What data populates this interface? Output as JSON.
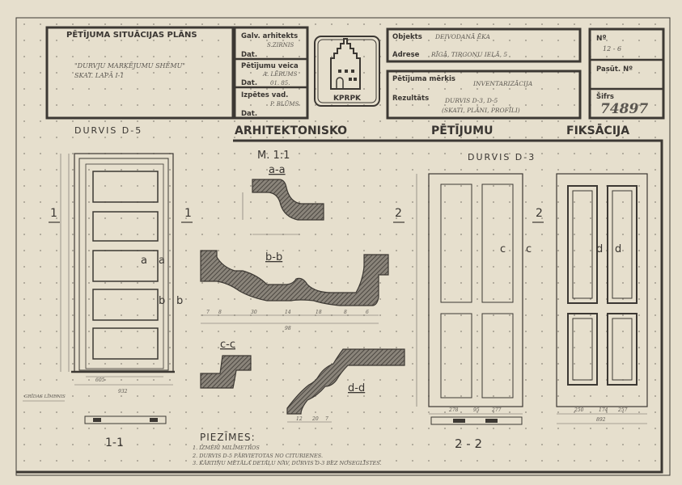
{
  "title_block": {
    "situation_plan_title": "PĒTĪJUMA SITUĀCIJAS PLĀNS",
    "situation_note_line1": "\"DURVJU MARĶĒJUMU SHĒMU\"",
    "situation_note_line2": "SKAT. LAPĀ I-1",
    "chief_architect_label": "Galv. arhitekts",
    "chief_architect_value": "S.ZIRNIS",
    "date_label_1": "Dat.",
    "research_by_label": "Pētījumu veica",
    "research_by_value": "A. LĒRUMS",
    "date_label_2": "Dat.",
    "date_value_2": "01. 85.",
    "executor_label": "Izpētes vad.",
    "executor_value": "P. BLŪMS",
    "date_label_3": "Dat.",
    "logo_text": "KPRPK",
    "object_label": "Objekts",
    "object_value": "DEIVODANĀ ĒKA",
    "address_label": "Adrese",
    "address_value": "RĪGĀ, TIRGOŅU IELĀ, 5",
    "goal_label": "Pētījuma mērķis",
    "goal_value": "INVENTARIZĀCIJA",
    "results_label": "Rezultāts",
    "results_line1": "DURVIS D-3, D-5",
    "results_line2": "(SKATI, PLĀNI, PROFĪLI)",
    "number_label": "Nº",
    "number_value": "12 - 6",
    "order_label": "Pasūt. Nº",
    "code_label": "Šifrs",
    "code_value": "74897"
  },
  "heading": {
    "word1": "ARHITEKTONISKO",
    "word2": "PĒTĪJUMU",
    "word3": "FIKSĀCIJA"
  },
  "drawing": {
    "door_d5_title": "DURVIS D-5",
    "door_d3_title": "DURVIS D-3",
    "scale": "M. 1:1",
    "section_aa": "a-a",
    "section_bb": "b-b",
    "section_cc": "c-c",
    "section_dd": "d-d",
    "section_11": "1-1",
    "section_22": "2 - 2",
    "mark_a": "a",
    "mark_b": "b",
    "mark_c": "c",
    "mark_d": "d",
    "mark_1": "1",
    "mark_2": "2",
    "floor_label": "GRĪDAS LĪMENIS",
    "dims": {
      "d5_width": "932",
      "d5_inner": "605",
      "bb_total": "98",
      "bb_parts": [
        "7",
        "8",
        "30",
        "14",
        "18",
        "8",
        "6"
      ],
      "d3_c_width": [
        "278",
        "95",
        "277"
      ],
      "d3_d_width": [
        "250",
        "174",
        "257"
      ],
      "d3_total": "892",
      "dd_parts": [
        "12",
        "20",
        "7"
      ]
    }
  },
  "notes": {
    "title": "PIEZĪMES:",
    "items": [
      "1. IZMĒRI  MILIMETROS",
      "2. DURVIS  D-5  PĀRVIETOTAS NO CITURIENES.",
      "3. KĀRTIŅU  METĀLA DETAĻU NAV, DURVIS D-3 BEZ NOSEGLĪSTES."
    ]
  }
}
